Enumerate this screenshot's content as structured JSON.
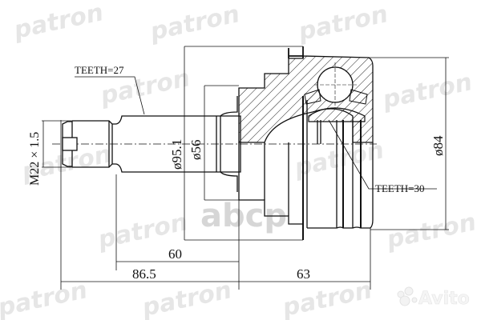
{
  "drawing": {
    "title": "CV joint outer technical drawing",
    "annotations": {
      "teeth_shaft": "TEETH=27",
      "teeth_inner": "TEETH=30",
      "thread": "M22 × 1.5",
      "dia_flange": "ø95.1",
      "dia_seal": "ø56",
      "dia_housing": "ø84",
      "len_60": "60",
      "len_86_5": "86.5",
      "len_63": "63"
    }
  },
  "watermarks": {
    "brand": "patron",
    "store": "abcp",
    "marketplace": "Avito"
  },
  "colors": {
    "line": "#111111",
    "watermark": "#e6e6e6",
    "background": "#ffffff"
  }
}
